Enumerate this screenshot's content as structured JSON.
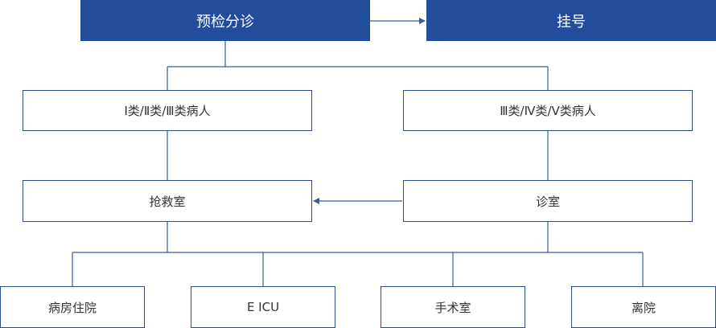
{
  "diagram": {
    "colors": {
      "header_fill": "#214d9b",
      "box_border": "#2f4f8a",
      "connector": "#3b5c94",
      "text": "#333333"
    },
    "nodes": {
      "pre_triage": "预检分诊",
      "registration": "挂号",
      "class_1_3": "Ⅰ类/Ⅱ类/Ⅲ类病人",
      "class_3_5": "Ⅲ类/Ⅳ类/Ⅴ类病人",
      "resuscitation": "抢救室",
      "clinic": "诊室",
      "ward": "病房住院",
      "eicu": "E ICU",
      "operating_room": "手术室",
      "discharge": "离院"
    }
  }
}
